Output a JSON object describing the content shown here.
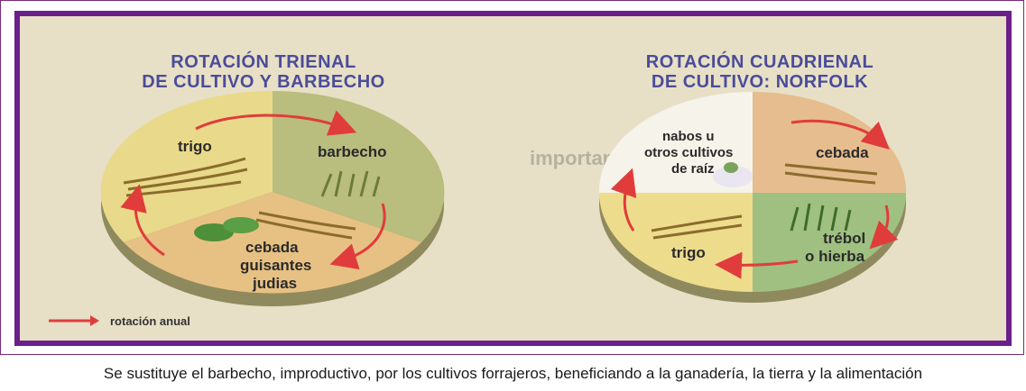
{
  "diagram_left": {
    "title_line1": "ROTACIÓN TRIENAL",
    "title_line2": "DE CULTIVO Y BARBECHO",
    "sectors": [
      {
        "label": "trigo",
        "color": "#e9d98a"
      },
      {
        "label": "barbecho",
        "color": "#b9bd7d"
      },
      {
        "label": "cebada",
        "label2": "guisantes",
        "label3": "judias",
        "color": "#e7c183"
      }
    ]
  },
  "diagram_right": {
    "title_line1": "ROTACIÓN CUADRIENAL",
    "title_line2": "DE CULTIVO: NORFOLK",
    "sectors": [
      {
        "label": "nabos u",
        "label2": "otros cultivos",
        "label3": "de raíz",
        "color": "#f6f3ea"
      },
      {
        "label": "cebada",
        "color": "#e6bd8e"
      },
      {
        "label": "trébol",
        "label2": "o hierba",
        "color": "#9fc081"
      },
      {
        "label": "trigo",
        "color": "#eedc8d"
      }
    ]
  },
  "legend": {
    "label": "rotación anual",
    "arrow_color": "#e03c3c"
  },
  "caption": "Se sustituye el barbecho, improductivo, por los cultivos forrajeros, beneficiando a la ganadería, la tierra y la alimentación"
}
